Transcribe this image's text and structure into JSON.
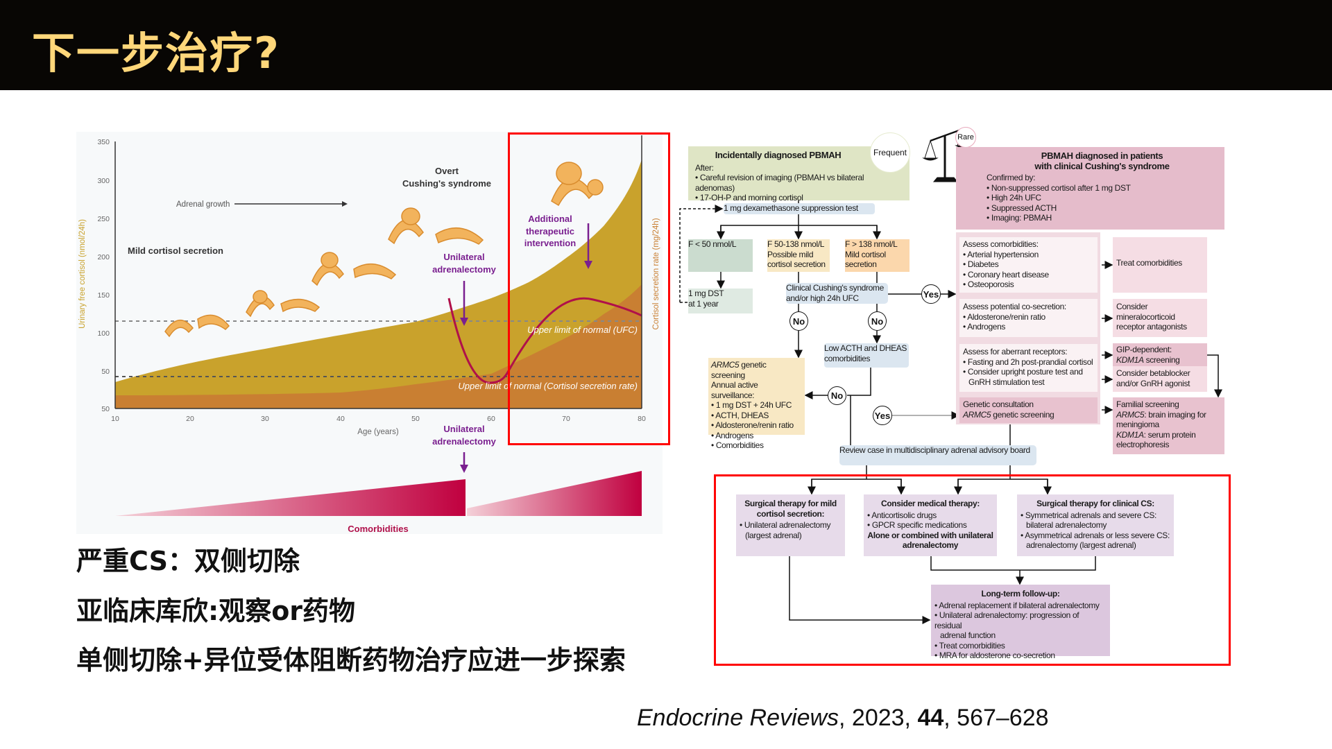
{
  "header": {
    "title": "下一步治疗?"
  },
  "conclusions": [
    "严重CS：双侧切除",
    "亚临床库欣:观察or药物",
    "单侧切除+异位受体阻断药物治疗应进一步探索"
  ],
  "citation": {
    "journal": "Endocrine Reviews",
    "rest1": ", 2023, ",
    "volume": "44",
    "rest2": ", 567–628"
  },
  "figure": {
    "y_left_label": "Urinary free cortisol (nmol/24h)",
    "y_right_label": "Cortisol secretion rate (mg/24h)",
    "y_ticks": [
      "350",
      "300",
      "250",
      "200",
      "150",
      "100",
      "50",
      "50"
    ],
    "x_ticks": [
      "10",
      "20",
      "30",
      "40",
      "50",
      "60",
      "70",
      "80"
    ],
    "x_label": "Age (years)",
    "overt": [
      "Overt",
      "Cushing's syndrome"
    ],
    "adrenal_growth": "Adrenal growth",
    "mild": "Mild cortisol secretion",
    "unilateral": [
      "Unilateral",
      "adrenalectomy"
    ],
    "additional": [
      "Additional",
      "therapeutic",
      "intervention"
    ],
    "ufc_line": "Upper limit of normal (UFC)",
    "csr_line": "Upper limit of normal (Cortisol secretion rate)",
    "comorbidities": "Comorbidities",
    "colors": {
      "yellow": "#c9a22c",
      "orange": "#c97f32",
      "curve": "#b0104a",
      "arrow": "#7a1f8f"
    }
  },
  "flow": {
    "frequent": "Frequent",
    "rare": "Rare",
    "incidental": {
      "title": "Incidentally diagnosed PBMAH",
      "after": "After:",
      "items": [
        "Careful revision of imaging (PBMAH vs bilateral adenomas)",
        "17-OH-P and morning cortisol"
      ]
    },
    "clinical": {
      "title1": "PBMAH diagnosed in patients",
      "title2": "with clinical Cushing's syndrome",
      "confirmed": "Confirmed by:",
      "items": [
        "Non-suppressed cortisol after 1 mg DST",
        "High 24h UFC",
        "Suppressed ACTH",
        "Imaging: PBMAH"
      ]
    },
    "dst": "1 mg dexamethasone suppression test",
    "f_low": "F < 50 nmol/L",
    "f_mid": [
      "F 50-138 nmol/L",
      "Possible mild",
      "cortisol secretion"
    ],
    "f_high": [
      "F > 138 nmol/L",
      "Mild cortisol",
      "secretion"
    ],
    "dst_year": [
      "1 mg DST",
      "at 1 year"
    ],
    "clinical_cs": [
      "Clinical Cushing's syndrome",
      "and/or high 24h UFC"
    ],
    "yes": "Yes",
    "no": "No",
    "low_acth": [
      "Low ACTH and DHEAS",
      "comorbidities"
    ],
    "armc5": {
      "l1i": "ARMC5",
      "l1": " genetic screening",
      "l2": "Annual active surveillance:",
      "items": [
        "1 mg DST + 24h UFC",
        "ACTH, DHEAS",
        "Aldosterone/renin ratio",
        "Androgens",
        "Comorbidities"
      ]
    },
    "assess_comorb": {
      "title": "Assess comorbidities:",
      "items": [
        "Arterial hypertension",
        "Diabetes",
        "Coronary heart disease",
        "Osteoporosis"
      ]
    },
    "assess_cosec": {
      "title": "Assess potential co-secretion:",
      "items": [
        "Aldosterone/renin ratio",
        "Androgens"
      ]
    },
    "assess_aberr": {
      "title": "Assess for aberrant receptors:",
      "items": [
        "Fasting and 2h post-prandial cortisol",
        "Consider upright posture test and"
      ],
      "cont": "GnRH stimulation test"
    },
    "genetic": {
      "l1": "Genetic consultation",
      "l2i": "ARMC5",
      "l2": " genetic screening"
    },
    "treat_comorb": "Treat comorbidities",
    "mra": [
      "Consider",
      "mineralocorticoid",
      "receptor antagonists"
    ],
    "gip": {
      "l1": "GIP-dependent:",
      "l2i": "KDM1A",
      "l2": " screening"
    },
    "beta": [
      "Consider betablocker",
      "and/or GnRH agonist"
    ],
    "familial": {
      "l1": "Familial screening",
      "a_i": "ARMC5",
      "a": ": brain imaging for",
      "a2": "meningioma",
      "k_i": "KDM1A",
      "k": ": serum protein",
      "k2": "electrophoresis"
    },
    "review": "Review case in multidisciplinary adrenal advisory board",
    "surg_mild": {
      "title": [
        "Surgical therapy for mild",
        "cortisol secretion:"
      ],
      "items": [
        "Unilateral adrenalectomy"
      ],
      "cont": "(largest adrenal)"
    },
    "medical": {
      "title": "Consider medical therapy:",
      "items": [
        "Anticortisolic drugs",
        "GPCR specific medications"
      ],
      "bold": [
        "Alone or combined with unilateral",
        "adrenalectomy"
      ]
    },
    "surg_cs": {
      "title": "Surgical therapy for clinical CS:",
      "i1": "Symmetrical adrenals and severe CS:",
      "i1c": "bilateral adrenalectomy",
      "i2": "Asymmetrical adrenals or less severe CS:",
      "i2c": "adrenalectomy (largest adrenal)"
    },
    "followup": {
      "title": "Long-term follow-up:",
      "i1": "Adrenal replacement if bilateral adrenalectomy",
      "i2": "Unilateral adrenalectomy: progression of residual",
      "i2c": "adrenal function",
      "i3": "Treat comorbidities",
      "i4": "MRA for aldosterone co-secretion"
    }
  }
}
